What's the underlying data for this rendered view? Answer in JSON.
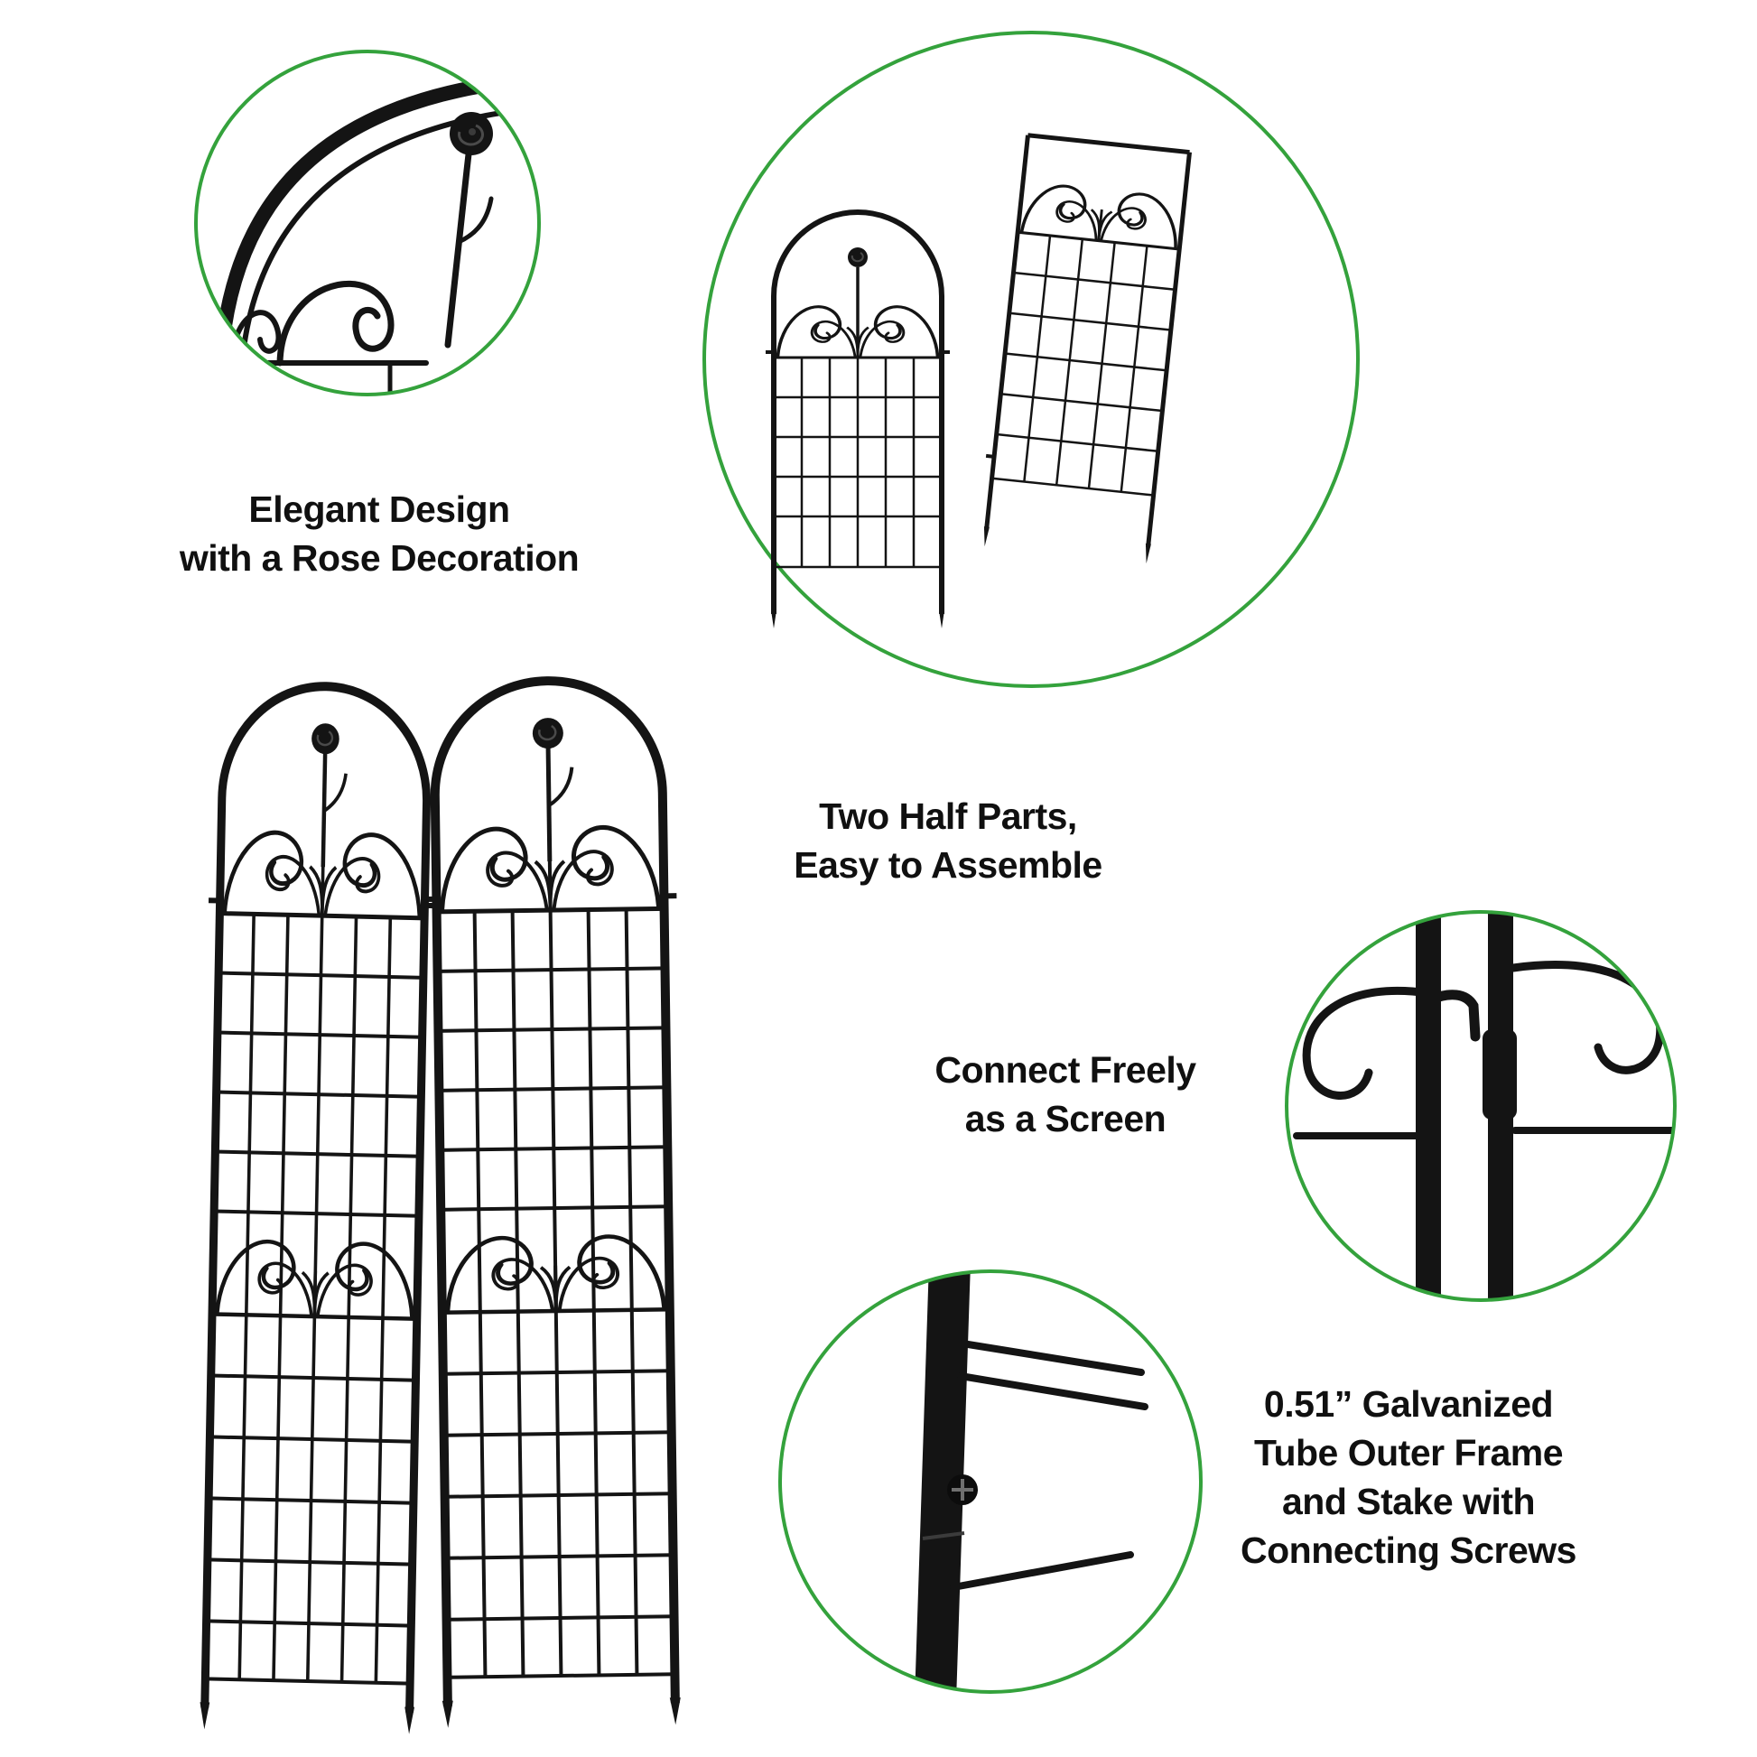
{
  "colors": {
    "background": "#ffffff",
    "accent_green": "#34a23c",
    "metal_black": "#141414",
    "text": "#101010"
  },
  "callouts": {
    "elegant_design": {
      "line1": "Elegant Design",
      "line2": "with a Rose Decoration"
    },
    "two_half_parts": {
      "line1": "Two Half Parts,",
      "line2": "Easy to Assemble"
    },
    "connect_freely": {
      "line1": "Connect Freely",
      "line2": "as a Screen"
    },
    "galvanized_tube": {
      "line1": "0.51” Galvanized",
      "line2": "Tube Outer Frame",
      "line3": "and Stake with",
      "line4": "Connecting Screws"
    }
  },
  "icons": {
    "rose_finial": "rose-decoration",
    "scrollwork": "scroll-ornament",
    "detail_circles": "zoom-callout-circle"
  }
}
